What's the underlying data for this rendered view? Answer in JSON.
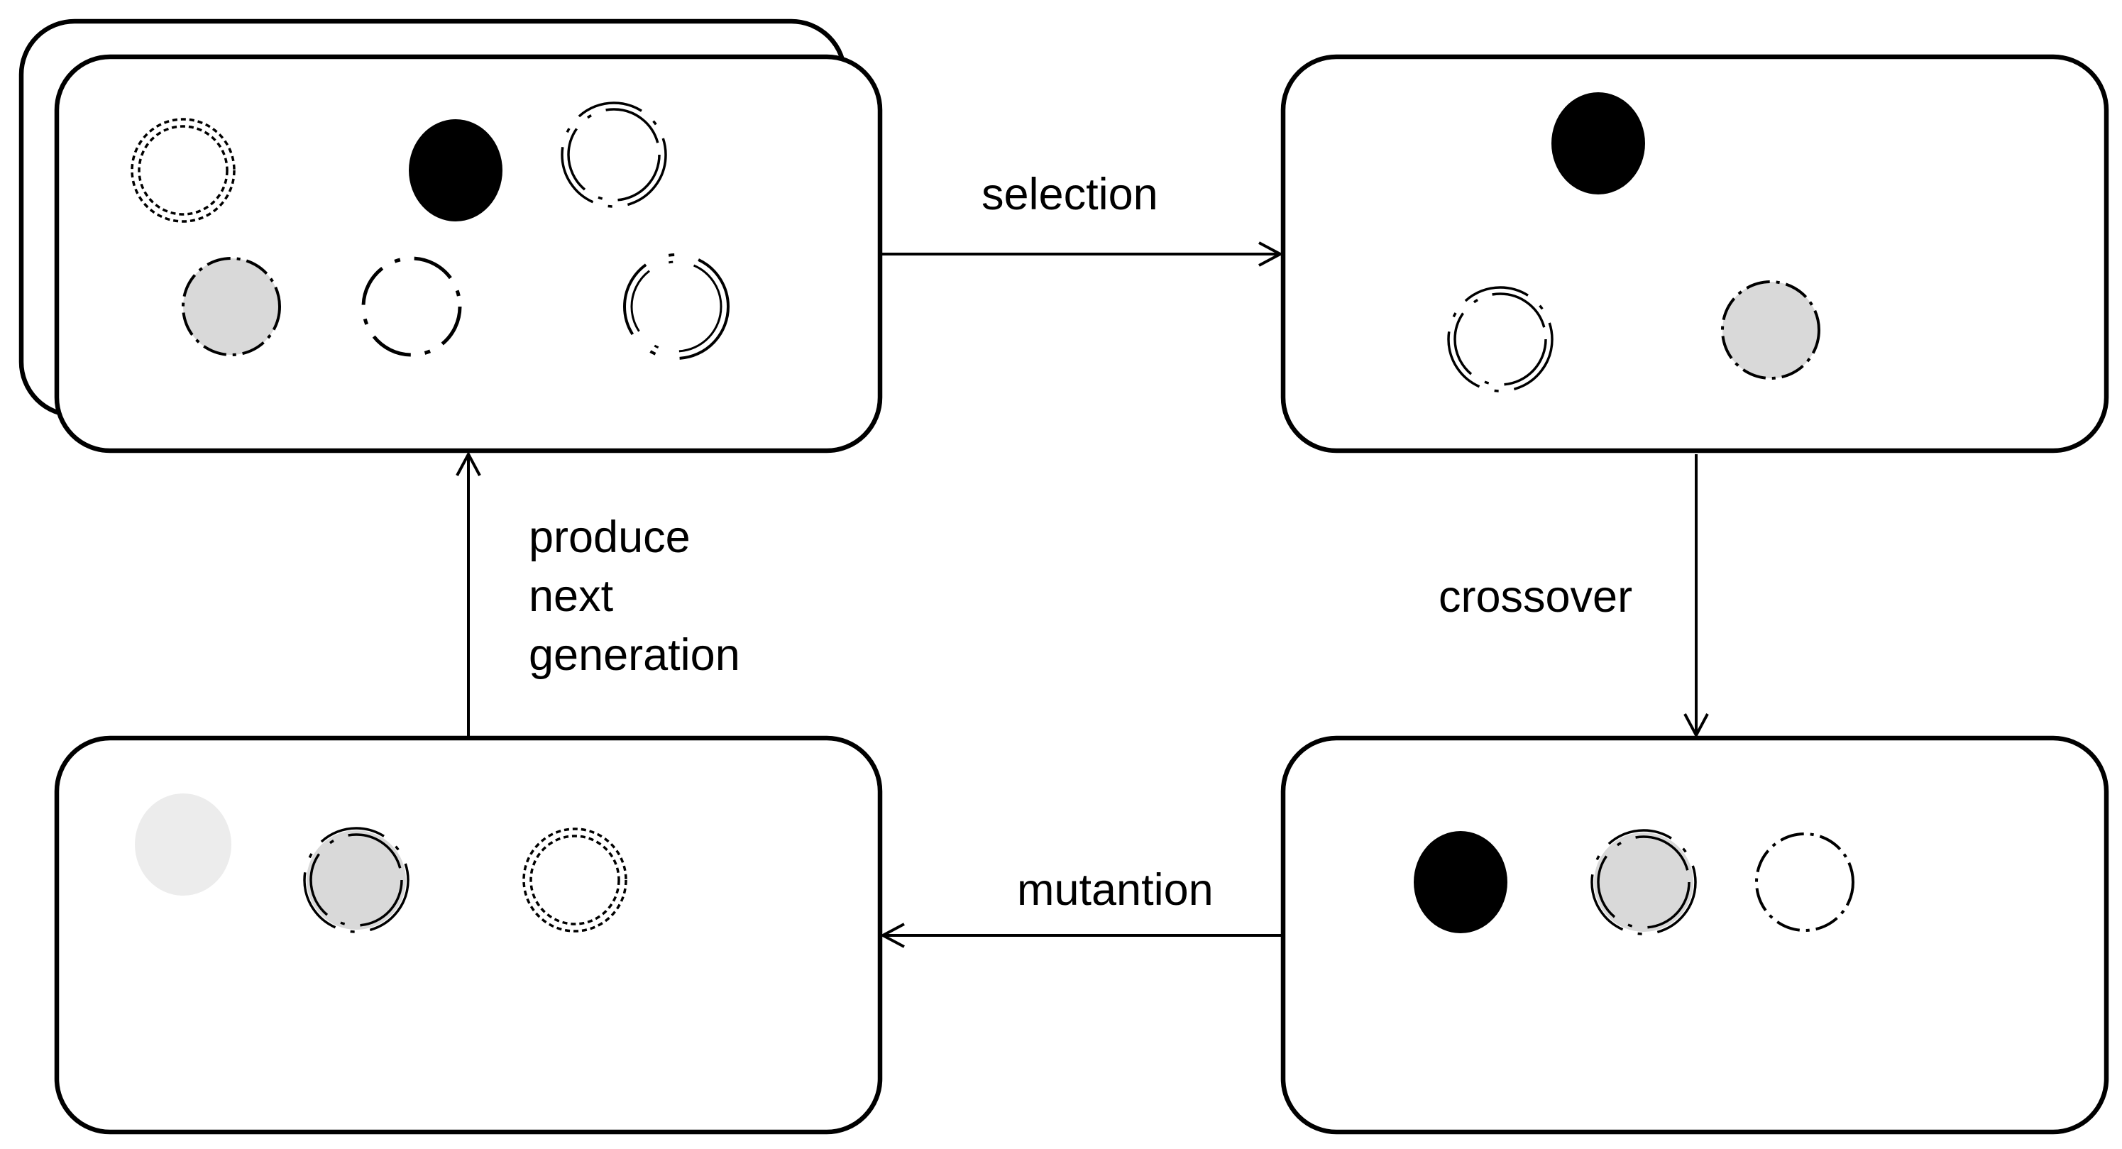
{
  "edges": {
    "selection": "selection",
    "crossover": "crossover",
    "mutation": "mutantion",
    "produce": [
      "produce",
      "next",
      "generation"
    ]
  },
  "colors": {
    "black_fill": "#000000",
    "gray_fill": "#d9d9d9",
    "light_gray_fill": "#ececec",
    "outline": "#000000",
    "background": "#ffffff"
  },
  "panels": [
    {
      "role": "population",
      "stacked": true,
      "individuals": [
        "double-dotted",
        "solid-black",
        "double-dashed",
        "gray-dashdot",
        "dashed-dot",
        "double-dashed-arc"
      ]
    },
    {
      "role": "selected",
      "stacked": false,
      "individuals": [
        "solid-black",
        "double-dashed",
        "gray-dashdot"
      ]
    },
    {
      "role": "crossover-offspring",
      "stacked": false,
      "individuals": [
        "solid-black",
        "gray-double-dashed",
        "dashdot"
      ]
    },
    {
      "role": "mutated-offspring",
      "stacked": false,
      "individuals": [
        "light-gray",
        "gray-double-dashed",
        "double-dotted"
      ]
    }
  ]
}
